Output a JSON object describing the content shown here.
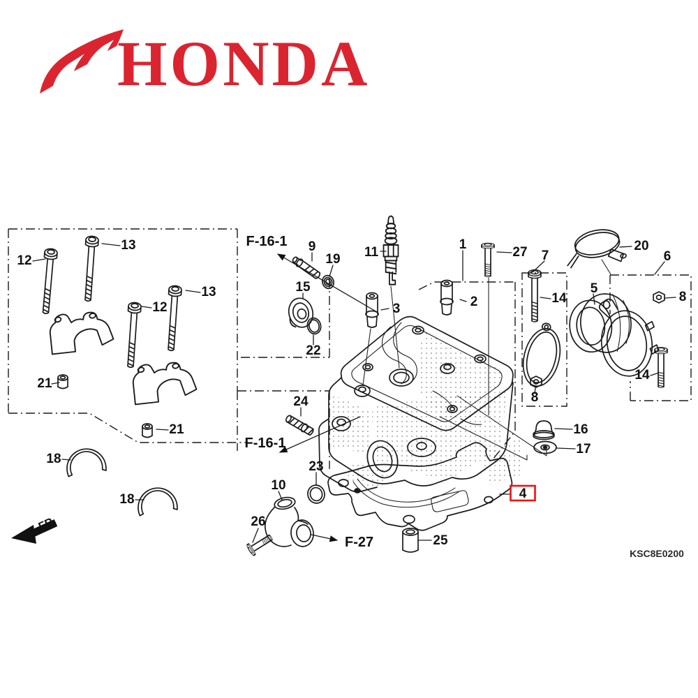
{
  "brand": {
    "wordmark": "HONDA",
    "logo": "honda-wing-icon",
    "color": "#da2530"
  },
  "drawing_code": "KSC8E0200",
  "front_marker": "FR.",
  "highlighted_callout": {
    "ref": "4",
    "box_color": "#ee1111"
  },
  "cross_references": [
    {
      "label": "F-16-1"
    },
    {
      "label": "F-16-1"
    },
    {
      "label": "F-27"
    }
  ],
  "part_callouts": [
    {
      "ref": "12"
    },
    {
      "ref": "13"
    },
    {
      "ref": "12"
    },
    {
      "ref": "13"
    },
    {
      "ref": "21"
    },
    {
      "ref": "21"
    },
    {
      "ref": "18"
    },
    {
      "ref": "18"
    },
    {
      "ref": "9"
    },
    {
      "ref": "19"
    },
    {
      "ref": "15"
    },
    {
      "ref": "22"
    },
    {
      "ref": "11"
    },
    {
      "ref": "3"
    },
    {
      "ref": "1"
    },
    {
      "ref": "2"
    },
    {
      "ref": "27"
    },
    {
      "ref": "7"
    },
    {
      "ref": "14"
    },
    {
      "ref": "8"
    },
    {
      "ref": "20"
    },
    {
      "ref": "6"
    },
    {
      "ref": "8"
    },
    {
      "ref": "5"
    },
    {
      "ref": "14"
    },
    {
      "ref": "16"
    },
    {
      "ref": "17"
    },
    {
      "ref": "24"
    },
    {
      "ref": "23"
    },
    {
      "ref": "10"
    },
    {
      "ref": "26"
    },
    {
      "ref": "25"
    }
  ]
}
